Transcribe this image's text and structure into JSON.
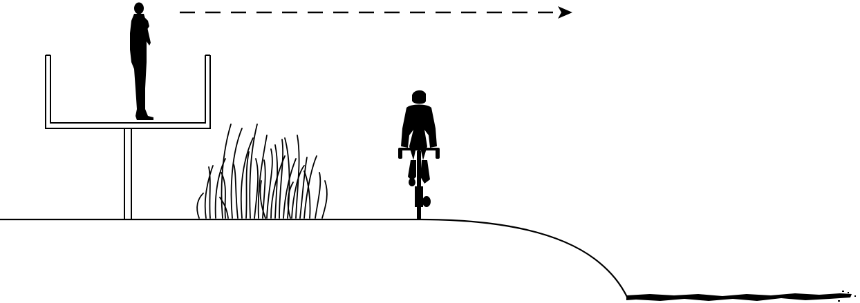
{
  "diagram": {
    "type": "section-sketch",
    "background_color": "#ffffff",
    "ink_color": "#000000",
    "elements": [
      "observer-silhouette",
      "viewing-platform",
      "platform-post",
      "reeds",
      "cyclist-silhouette",
      "path-ground-line",
      "embankment-slope",
      "water-surface",
      "view-direction-arrow"
    ],
    "view_direction": "right"
  }
}
